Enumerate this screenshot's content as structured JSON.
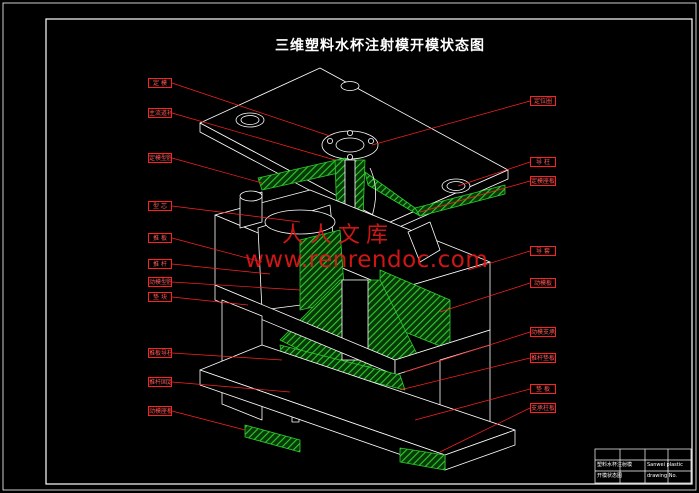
{
  "drawing": {
    "title": "三维塑料水杯注射模开模状态图",
    "watermark_cn": "人人文库",
    "watermark_url": "www.renrendoc.com"
  },
  "labels_left": [
    "定 模",
    "主流道衬套",
    "定模型腔板",
    "型 芯",
    "推 板",
    "推 杆",
    "动模型腔板",
    "垫 块",
    "推板导柱",
    "推杆固定板",
    "动模座板"
  ],
  "labels_right": [
    "定位圈",
    "导 柱",
    "定模座板",
    "导 套",
    "动模板",
    "动模支承板",
    "推杆垫板",
    "垫 板",
    "支承柱板"
  ],
  "title_block": {
    "line1": "塑料水杯注射模",
    "line2": "开模状态图",
    "note1": "Sanwei plastic",
    "note2": "drawing No."
  },
  "colors": {
    "background": "#000000",
    "lines": "#ffffff",
    "section_hatch": "#2ecc2e",
    "leader": "#ff2020"
  }
}
